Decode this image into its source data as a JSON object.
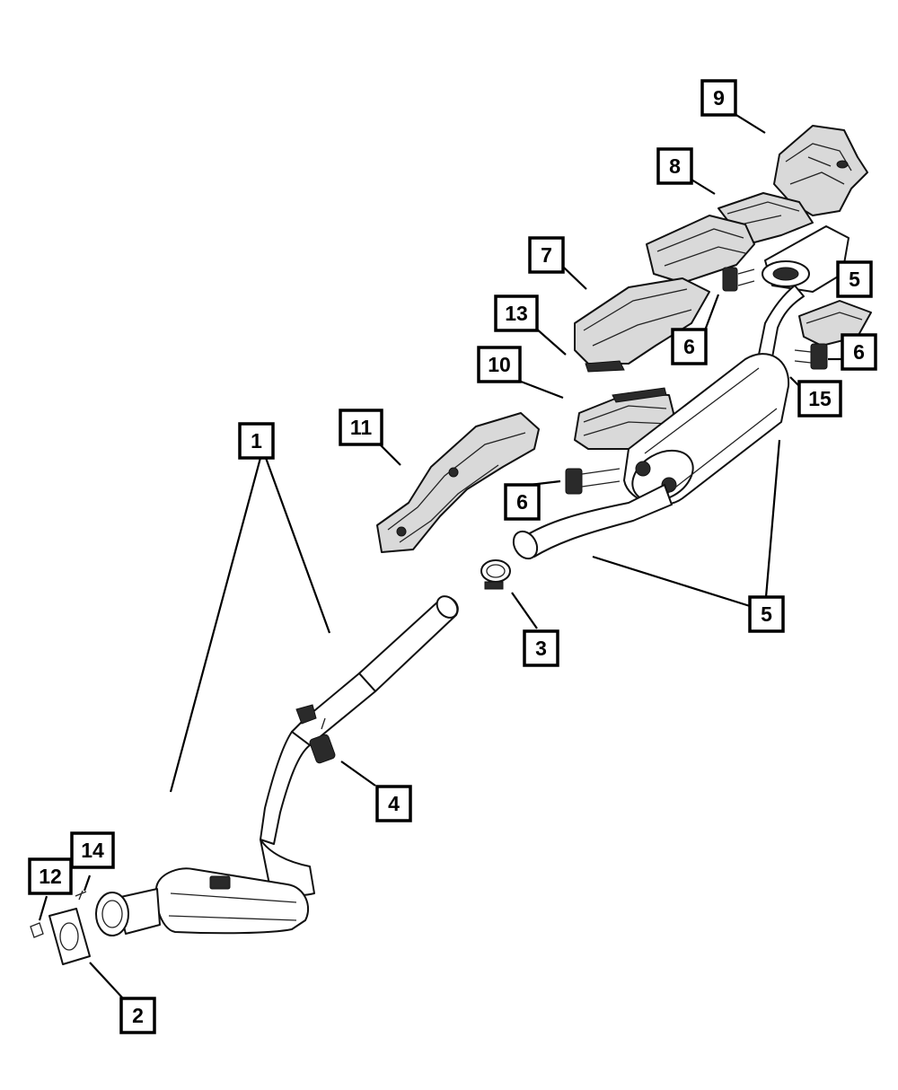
{
  "callouts": [
    {
      "id": "c1",
      "label": "1"
    },
    {
      "id": "c2",
      "label": "2"
    },
    {
      "id": "c3",
      "label": "3"
    },
    {
      "id": "c4",
      "label": "4"
    },
    {
      "id": "c5a",
      "label": "5"
    },
    {
      "id": "c5b",
      "label": "5"
    },
    {
      "id": "c6a",
      "label": "6"
    },
    {
      "id": "c6b",
      "label": "6"
    },
    {
      "id": "c6c",
      "label": "6"
    },
    {
      "id": "c7",
      "label": "7"
    },
    {
      "id": "c8",
      "label": "8"
    },
    {
      "id": "c9",
      "label": "9"
    },
    {
      "id": "c10",
      "label": "10"
    },
    {
      "id": "c11",
      "label": "11"
    },
    {
      "id": "c12",
      "label": "12"
    },
    {
      "id": "c13",
      "label": "13"
    },
    {
      "id": "c14",
      "label": "14"
    },
    {
      "id": "c15",
      "label": "15"
    }
  ]
}
